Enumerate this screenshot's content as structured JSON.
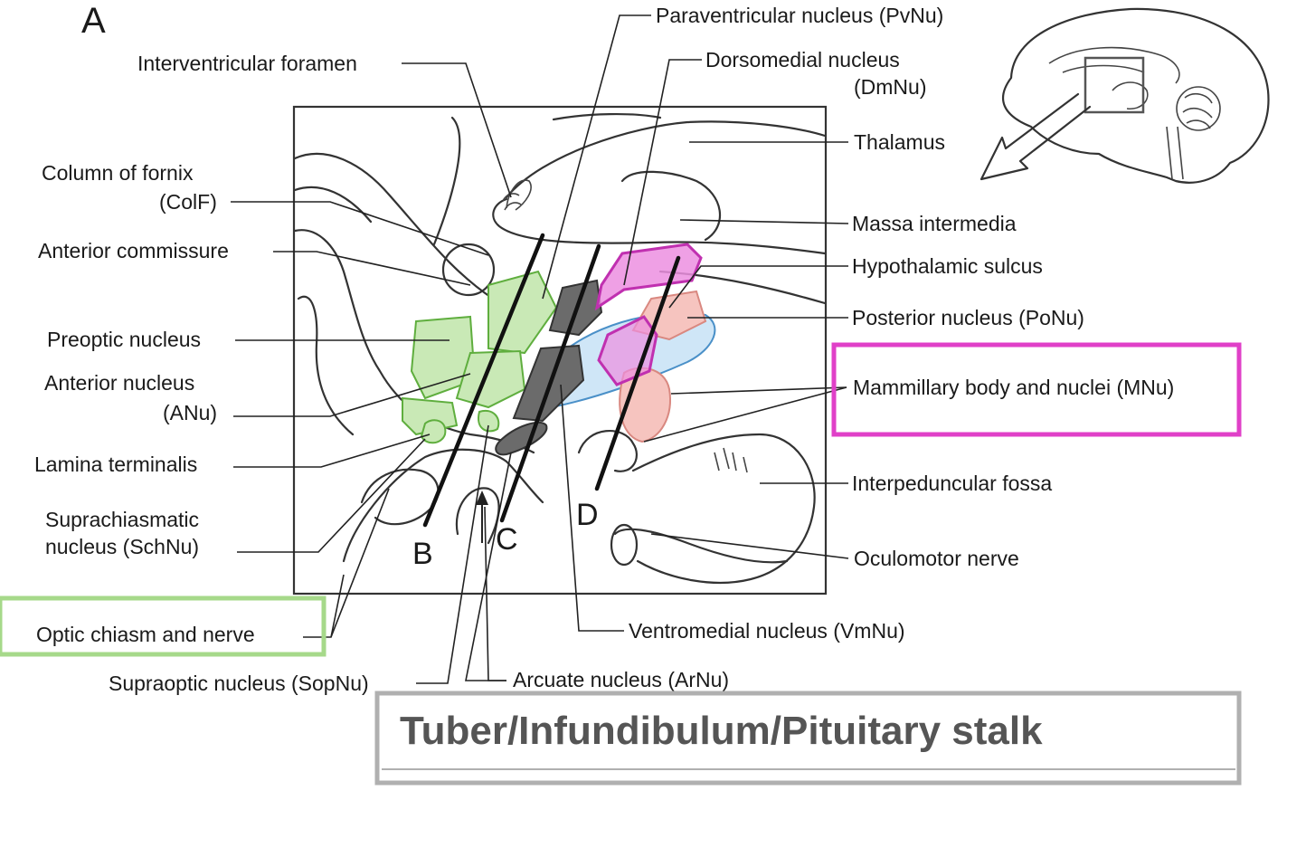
{
  "figure_letter": "A",
  "labels": {
    "pvnu": "Paraventricular nucleus (PvNu)",
    "dmnu_1": "Dorsomedial nucleus",
    "dmnu_2": "(DmNu)",
    "if": "Interventricular foramen",
    "thalamus": "Thalamus",
    "colf_1": "Column of fornix",
    "colf_2": "(ColF)",
    "massa": "Massa intermedia",
    "antcomm": "Anterior commissure",
    "hypsulcus": "Hypothalamic sulcus",
    "ponu": "Posterior nucleus (PoNu)",
    "preoptic": "Preoptic nucleus",
    "anu_1": "Anterior nucleus",
    "anu_2": "(ANu)",
    "mnu": "Mammillary body and nuclei (MNu)",
    "lamina": "Lamina terminalis",
    "interped": "Interpeduncular fossa",
    "schnu_1": "Suprachiasmatic",
    "schnu_2": "nucleus (SchNu)",
    "oculomotor": "Oculomotor nerve",
    "optic": "Optic chiasm and nerve",
    "vmnu": "Ventromedial nucleus (VmNu)",
    "sopnu": "Supraoptic nucleus (SopNu)",
    "arnu": "Arcuate nucleus (ArNu)"
  },
  "plane_labels": {
    "b": "B",
    "c": "C",
    "d": "D"
  },
  "banner": {
    "text": "Tuber/Infundibulum/Pituitary stalk"
  },
  "colors": {
    "highlight_magenta": "#e040c8",
    "highlight_green": "#a6d98a",
    "banner_border": "#b0b0b0",
    "region_green": "#c9e9b6",
    "region_pink": "#f6c4bf",
    "region_blue": "#cfe6f7",
    "region_dark": "#6b6b6b",
    "region_magenta": "#ec8fe0"
  }
}
